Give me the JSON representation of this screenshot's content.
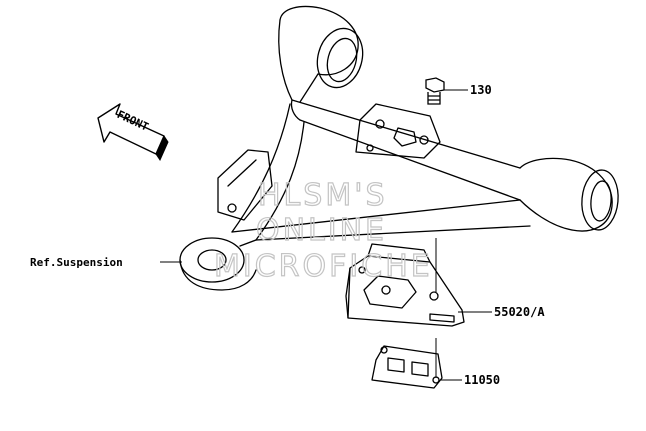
{
  "callouts": {
    "bolt": "130",
    "guard": "55020/A",
    "pad": "11050"
  },
  "reference": "Ref.Suspension",
  "front_label": "FRONT",
  "watermark": {
    "line1": "HLSM'S",
    "line2": "ONLINE",
    "line3": "MICROFICHE"
  },
  "colors": {
    "line": "#000000",
    "watermark": "#c4c4c4",
    "background": "#ffffff"
  }
}
